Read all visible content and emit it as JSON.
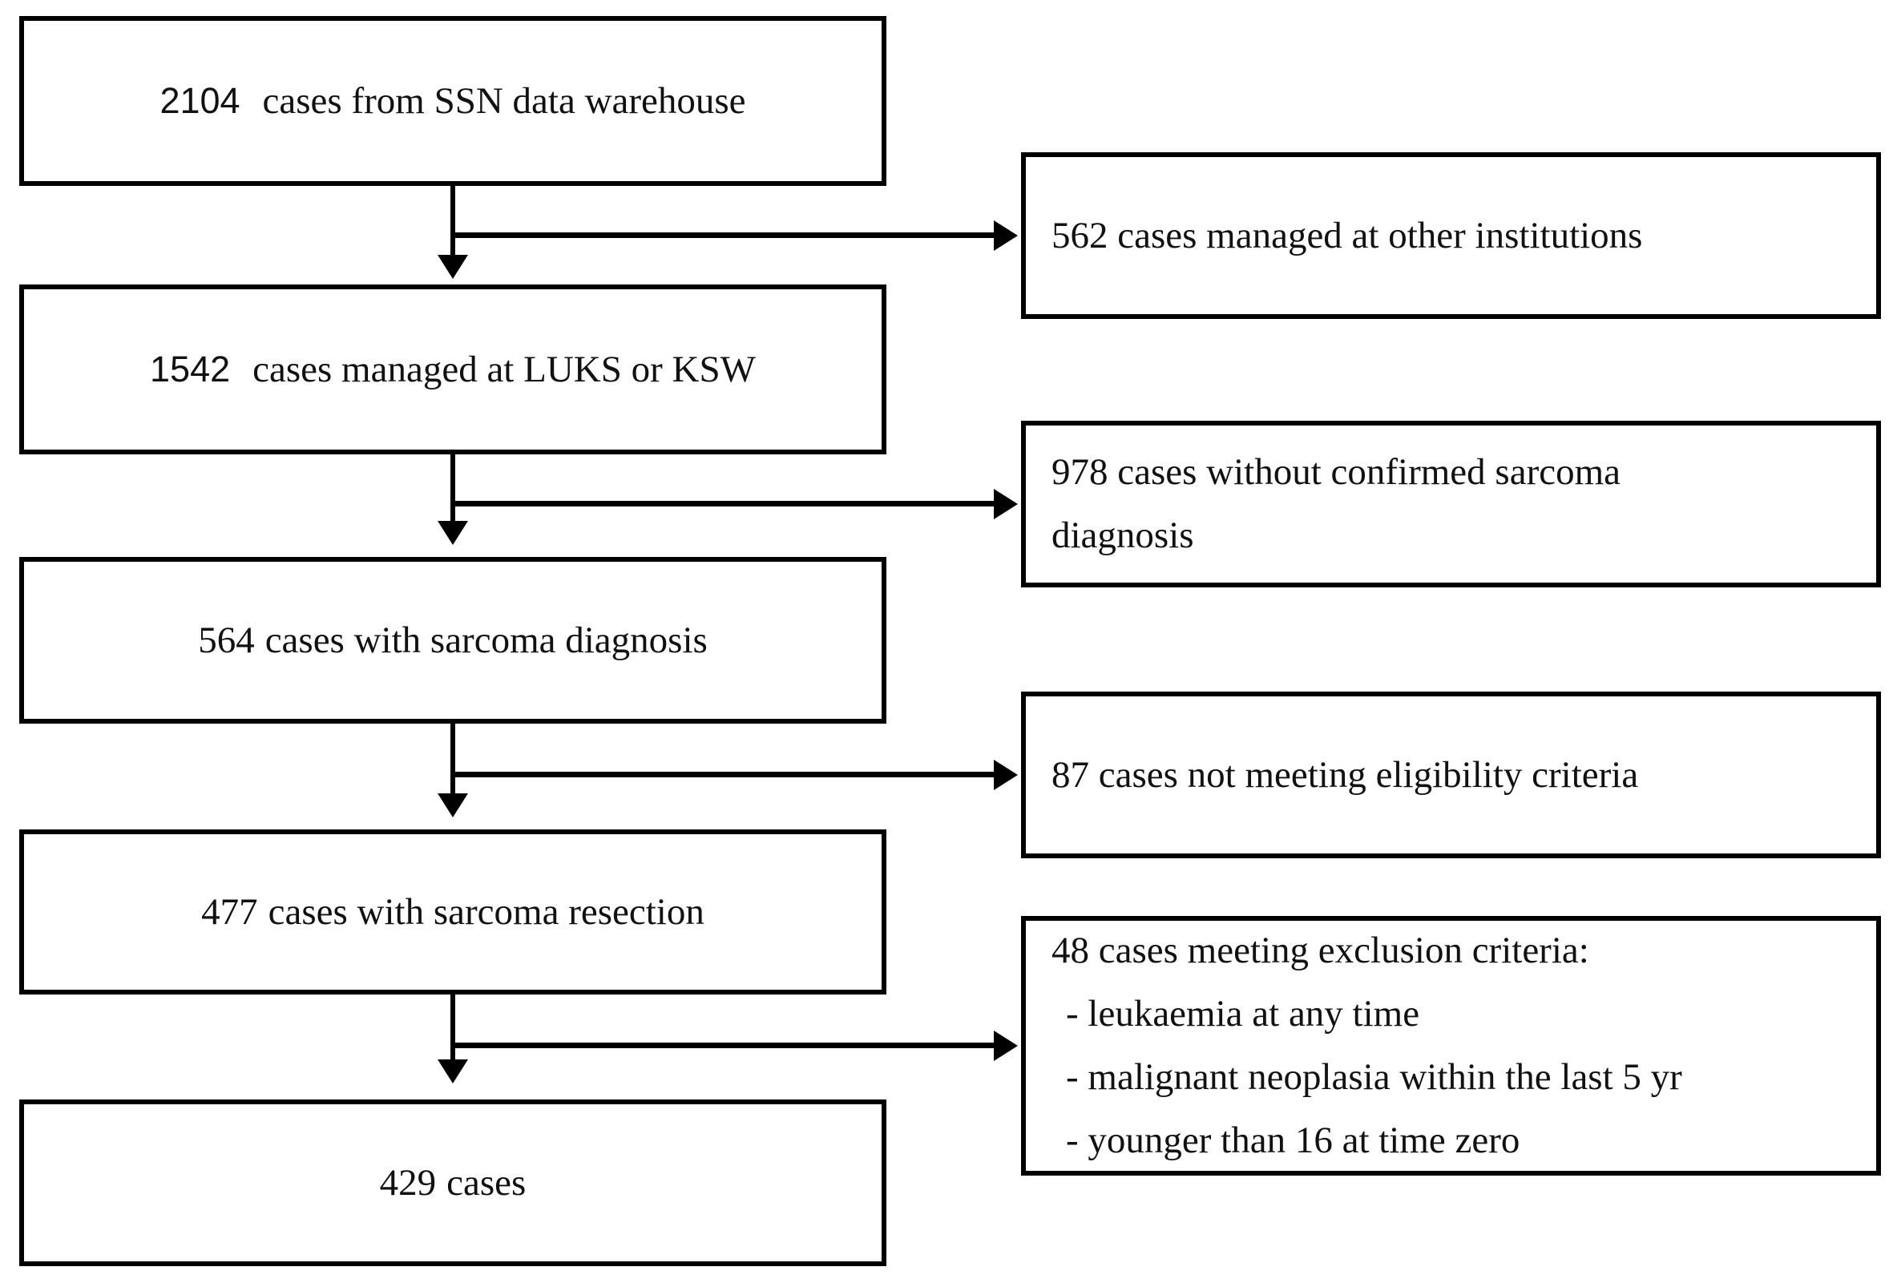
{
  "diagram": {
    "type": "flowchart",
    "left_boxes": [
      {
        "number": "2104",
        "label": "cases from SSN data warehouse"
      },
      {
        "number": "1542",
        "label": "cases managed at LUKS or KSW"
      },
      {
        "number": "564",
        "label": "cases with sarcoma diagnosis"
      },
      {
        "number": "477",
        "label": "cases with sarcoma resection"
      },
      {
        "number": "429",
        "label": "cases"
      }
    ],
    "right_boxes": [
      {
        "lines": [
          "562 cases managed at other institutions"
        ]
      },
      {
        "lines": [
          "978 cases without confirmed sarcoma",
          "diagnosis"
        ]
      },
      {
        "lines": [
          "87 cases not meeting eligibility criteria"
        ]
      },
      {
        "lines": [
          "48 cases meeting exclusion criteria:",
          "- leukaemia at any time",
          "- malignant neoplasia within the last 5 yr",
          "- younger than 16 at time zero"
        ]
      }
    ],
    "colors": {
      "border": "#000000",
      "text": "#111111",
      "background": "#ffffff"
    }
  }
}
